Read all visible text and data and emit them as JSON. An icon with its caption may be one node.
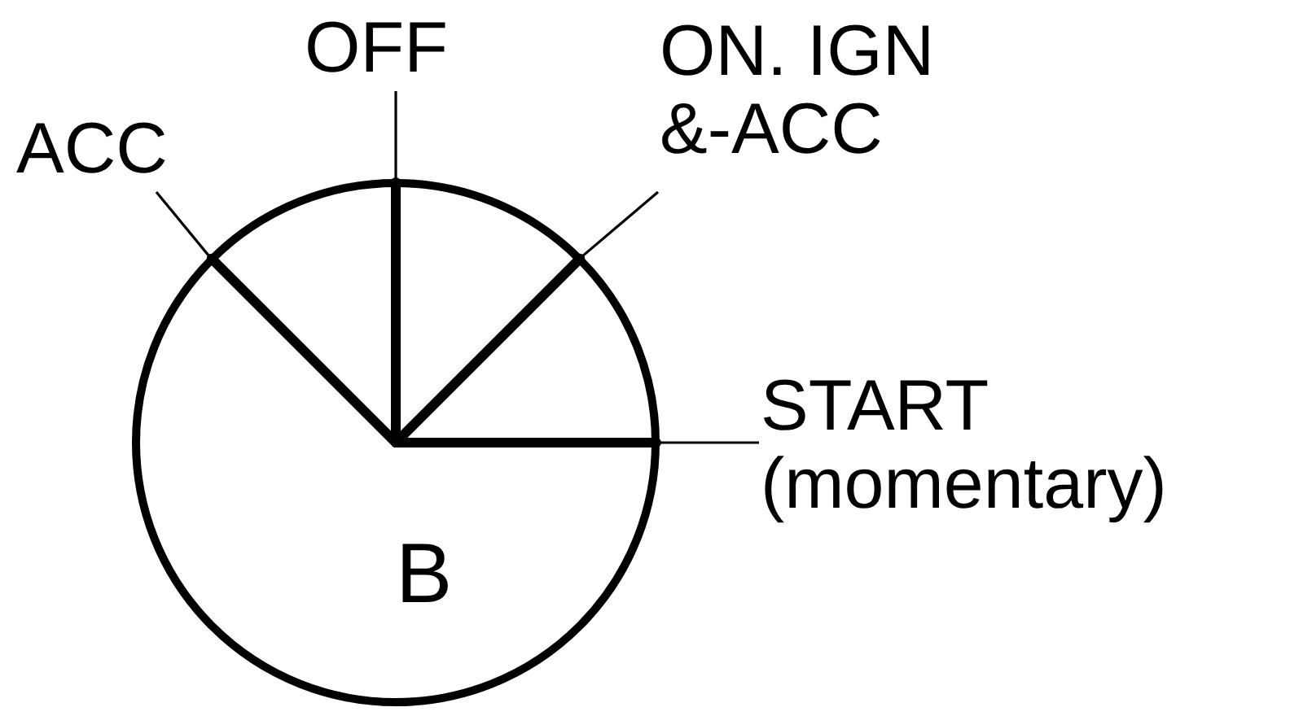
{
  "diagram": {
    "nodes": [
      {
        "text": [
          "B"
        ]
      },
      {
        "text": [
          "ACC"
        ]
      },
      {
        "text": [
          "OFF"
        ]
      },
      {
        "text": [
          "ON. IGN &-ACC"
        ]
      },
      {
        "text": [
          "START (momentary)"
        ]
      }
    ],
    "edges": [
      {
        "from": 1,
        "to": 0,
        "arrow": "none"
      },
      {
        "from": 2,
        "to": 0,
        "arrow": "none"
      },
      {
        "from": 3,
        "to": 0,
        "arrow": "none"
      },
      {
        "from": 4,
        "to": 0,
        "arrow": "none"
      }
    ]
  }
}
